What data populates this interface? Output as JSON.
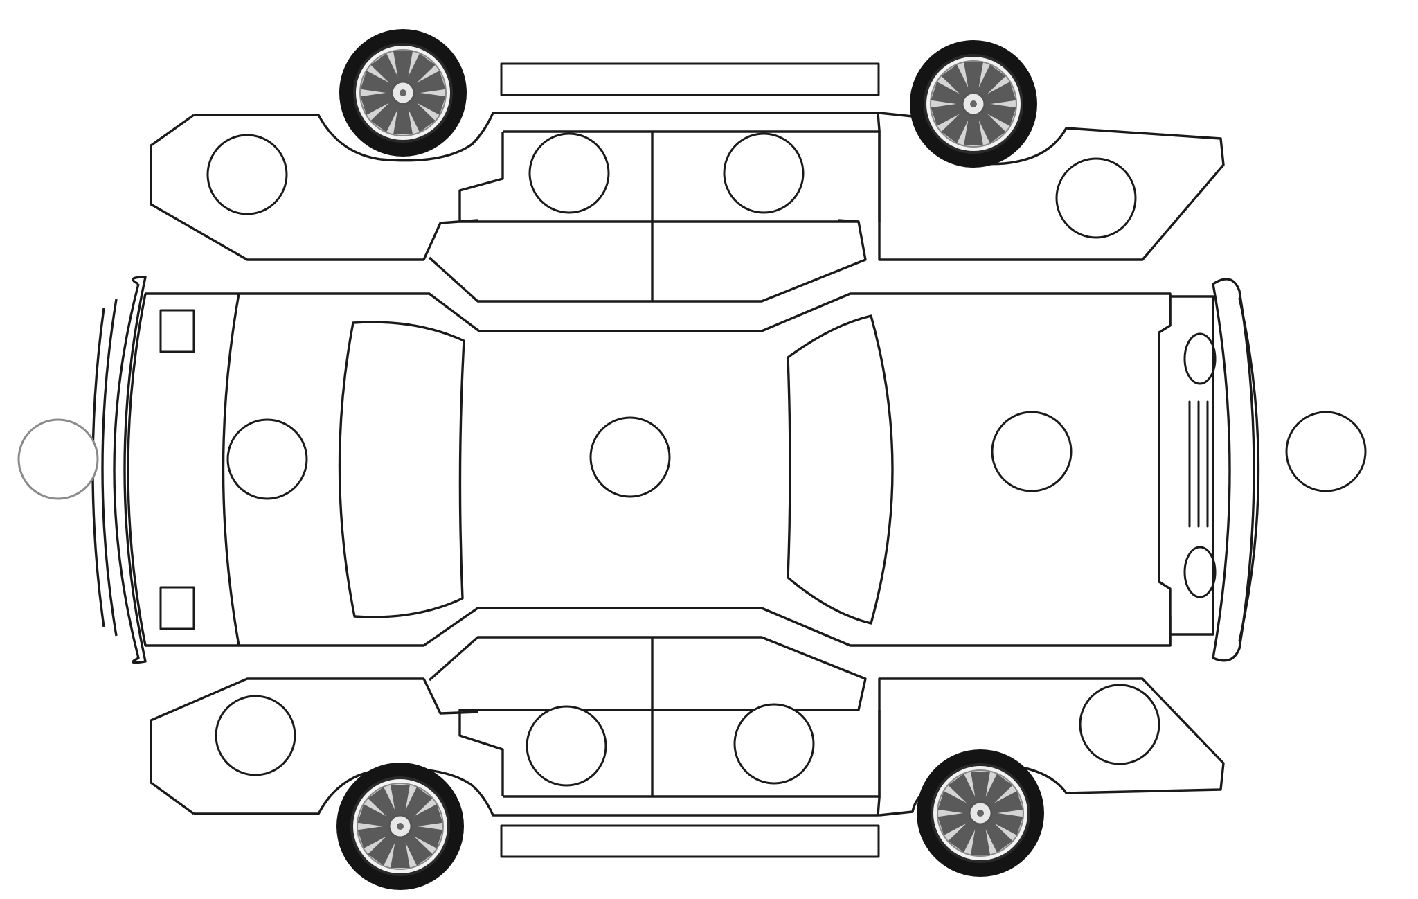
{
  "diagram": {
    "type": "vehicle-damage-inspection-map",
    "colors": {
      "line": "#1a1a1a",
      "background": "#ffffff",
      "tire": "#141414",
      "rim": "#c9c9c9",
      "faded_marker": "#8a8a8a"
    },
    "marker_zones": [
      "left-front-fender",
      "left-front-door",
      "left-rear-door",
      "left-rear-quarter",
      "front-bumper",
      "hood",
      "roof",
      "trunk",
      "rear-bumper",
      "right-front-fender",
      "right-front-door",
      "right-rear-door",
      "right-rear-quarter"
    ],
    "wheels": [
      "left-front-wheel",
      "left-rear-wheel",
      "right-front-wheel",
      "right-rear-wheel"
    ]
  }
}
